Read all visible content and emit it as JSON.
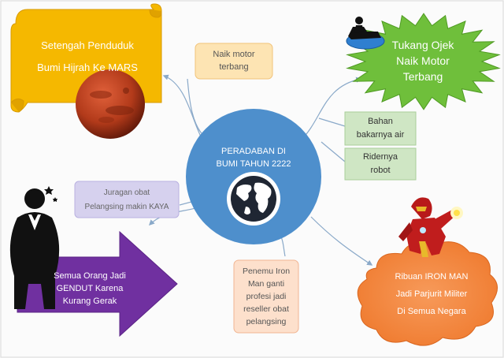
{
  "center": {
    "title_lines": [
      "PERADABAN DI",
      "BUMI TAHUN 2222"
    ],
    "icon": "globe-icon",
    "color": "#4e8fcc"
  },
  "nodes": {
    "mars": {
      "lines": [
        "Setengah Penduduk",
        "Bumi Hijrah Ke MARS"
      ],
      "icon": "planet-mars-icon",
      "color": "#f5b800"
    },
    "flying_bike": {
      "lines": [
        "Naik motor",
        "terbang"
      ],
      "color": "#fde4b3"
    },
    "ojek": {
      "lines": [
        "Tukang Ojek",
        "Naik Motor",
        "Terbang"
      ],
      "icon": "flying-motorbike-icon",
      "color": "#6fbf3b"
    },
    "fuel": {
      "lines": [
        "Bahan",
        "bakarnya air"
      ],
      "color": "#cfe6c4"
    },
    "rider": {
      "lines": [
        "Ridernya",
        "robot"
      ],
      "color": "#cfe6c4"
    },
    "diet_seller": {
      "lines": [
        "Juragan obat",
        "Pelangsing makin KAYA"
      ],
      "color": "#d6d1ee"
    },
    "obesity": {
      "lines": [
        "Semua Orang Jadi",
        "GENDUT Karena",
        "Kurang Gerak"
      ],
      "icon": "fat-man-icon",
      "color": "#7030a0"
    },
    "ironman_inventor": {
      "lines": [
        "Penemu Iron",
        "Man ganti",
        "profesi jadi",
        "reseller obat",
        "pelangsing"
      ],
      "color": "#fde0cc"
    },
    "ironman_army": {
      "lines": [
        "Ribuan IRON MAN",
        "Jadi Parjurit Militer",
        "Di Semua Negara"
      ],
      "icon": "iron-man-icon",
      "color": "#f4883f"
    }
  }
}
